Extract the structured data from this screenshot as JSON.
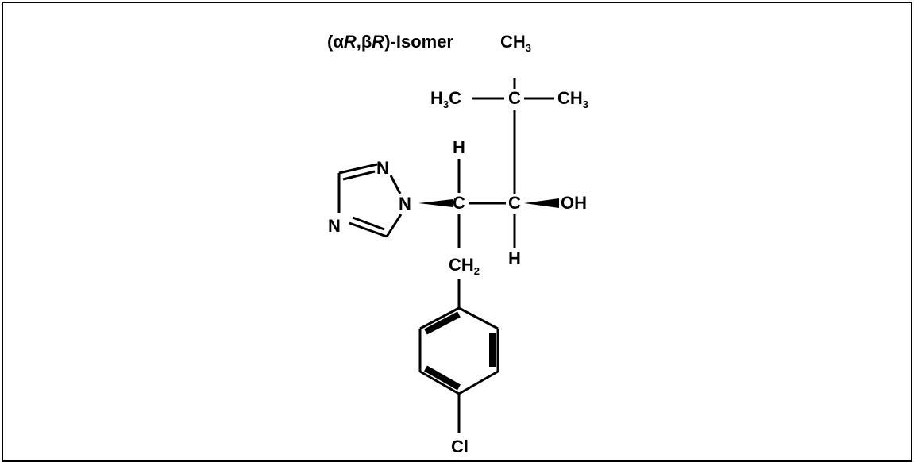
{
  "figure": {
    "title_prefix": "(α",
    "title_r1": "R",
    "title_mid": ",β",
    "title_r2": "R",
    "title_suffix": ")-Isomer",
    "atoms": {
      "ch3_top_c": "CH",
      "ch3_top_sub": "3",
      "h3c_left_h": "H",
      "h3c_left_sub": "3",
      "h3c_left_c": "C",
      "quat_c": "C",
      "ch3_right_c": "CH",
      "ch3_right_sub": "3",
      "h_top": "H",
      "c_alpha": "C",
      "c_beta": "C",
      "oh": "OH",
      "h_bottom": "H",
      "n_ring_top": "N",
      "n_ring_attach": "N",
      "n_ring_bottom": "N",
      "ch2_c": "CH",
      "ch2_sub": "2",
      "cl": "Cl"
    }
  }
}
